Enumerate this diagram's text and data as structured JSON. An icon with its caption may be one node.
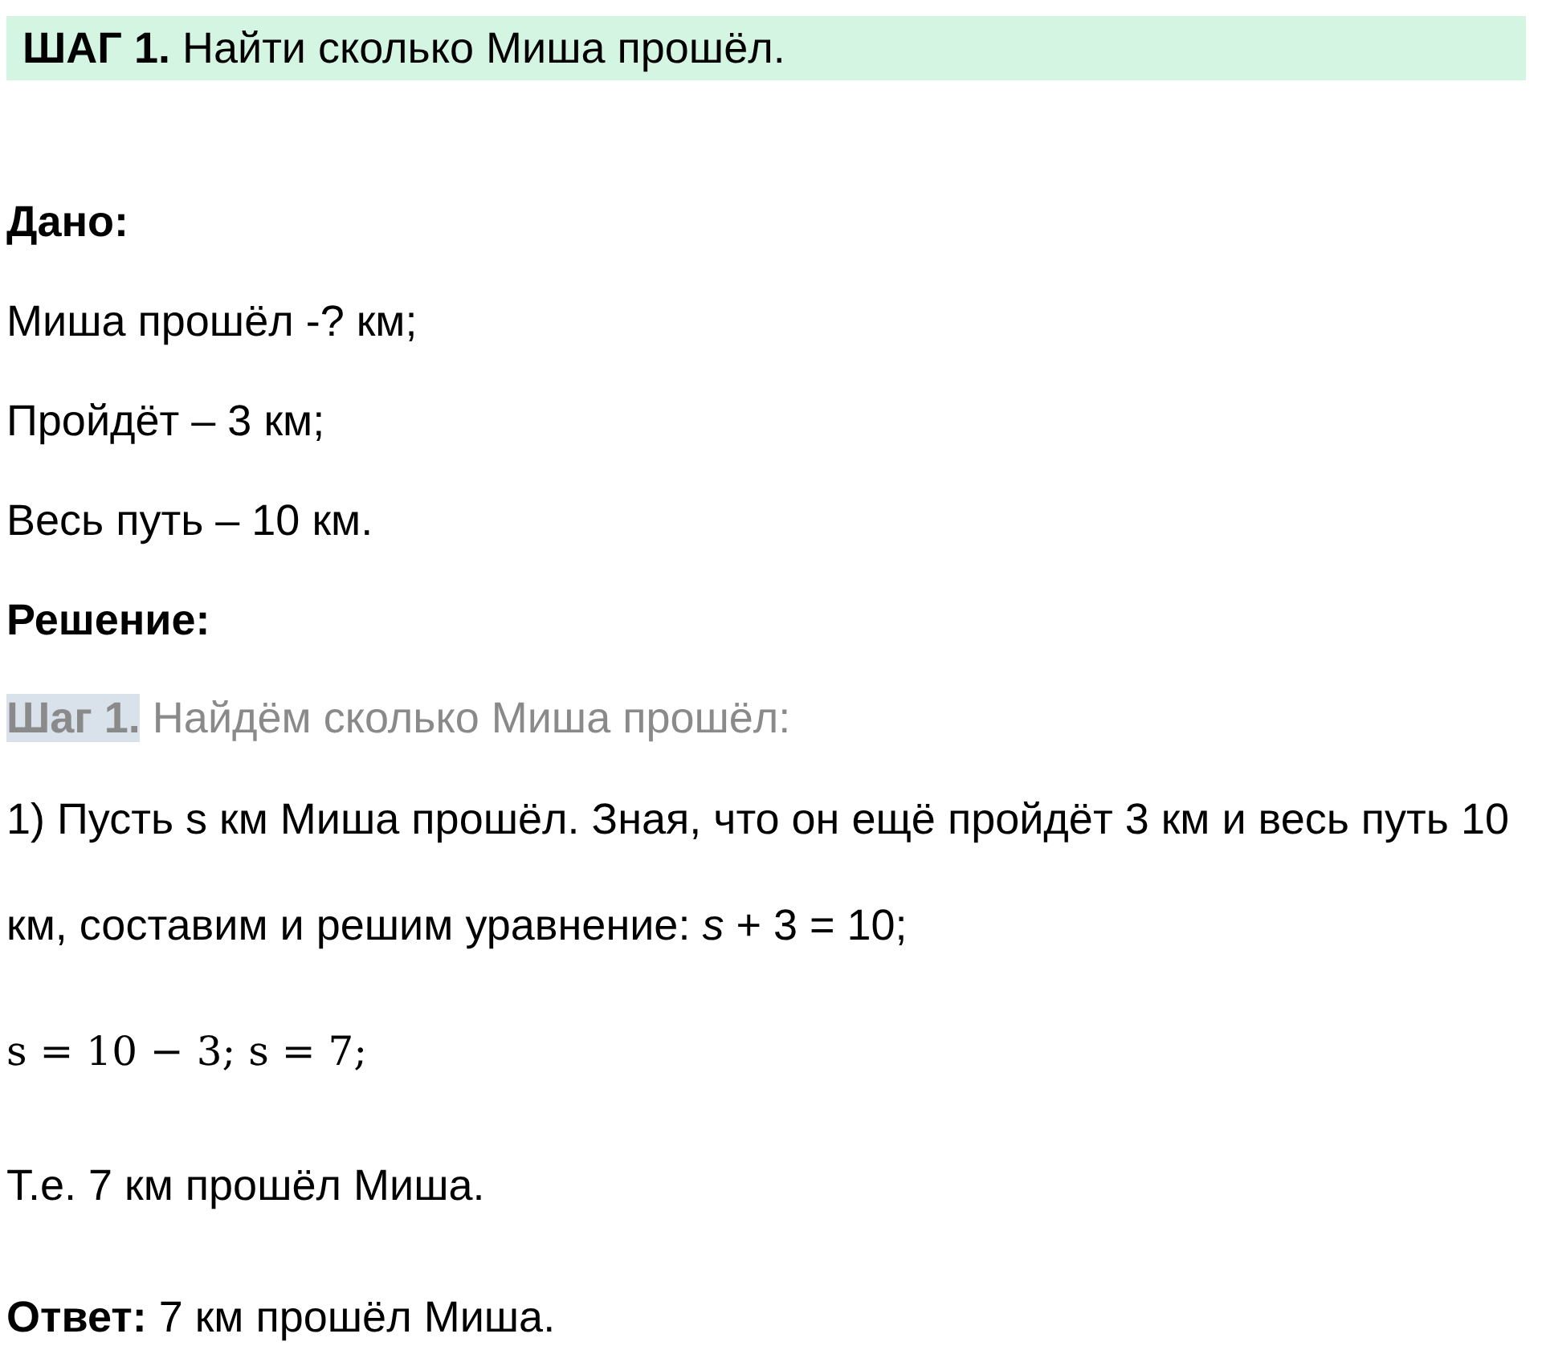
{
  "diagram": {
    "title": "**ШАГ 1.** Найти сколько  Миша прошёл.",
    "labels": [
      "Дано:",
      "Миша прошёл -? км;",
      "Пройдёт – 3 км;",
      "Весь путь – 10 км.",
      "Решение:",
      "**Шаг 1.** Найдём сколько Миша прошёл:",
      "1) Пусть s км Миша прошёл. Зная, что он ещё пройдёт 3 км и весь путь 10 км, составим и решим уравнение: *s* + 3 = 10;",
      "s = 10 − 3; s = 7;",
      "Т.е. 7 км прошёл Миша.",
      "**Ответ:** 7 км прошёл Миша."
    ]
  }
}
